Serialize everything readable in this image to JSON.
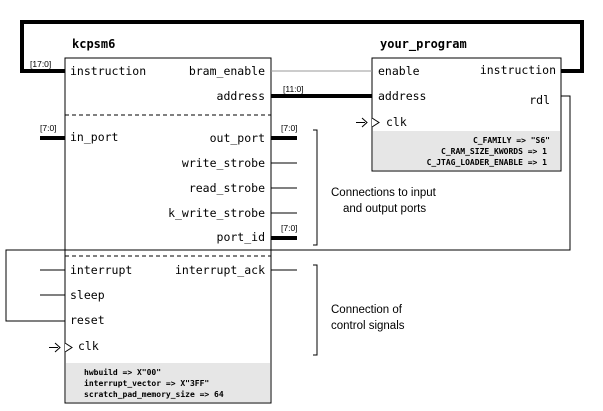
{
  "kcpsm6": {
    "title": "kcpsm6",
    "ports_left": {
      "instruction": "instruction",
      "in_port": "in_port",
      "interrupt": "interrupt",
      "sleep": "sleep",
      "reset": "reset",
      "clk": "clk"
    },
    "ports_right": {
      "bram_enable": "bram_enable",
      "address": "address",
      "out_port": "out_port",
      "write_strobe": "write_strobe",
      "read_strobe": "read_strobe",
      "k_write_strobe": "k_write_strobe",
      "port_id": "port_id",
      "interrupt_ack": "interrupt_ack"
    },
    "generics": [
      "hwbuild => X\"00\"",
      "interrupt_vector => X\"3FF\"",
      "scratch_pad_memory_size => 64"
    ]
  },
  "your_program": {
    "title": "your_program",
    "ports_left": {
      "enable": "enable",
      "address": "address",
      "clk": "clk"
    },
    "ports_right": {
      "instruction": "instruction",
      "rdl": "rdl"
    },
    "generics": [
      "C_FAMILY => \"S6\"",
      "C_RAM_SIZE_KWORDS => 1",
      "C_JTAG_LOADER_ENABLE => 1"
    ]
  },
  "bus_labels": {
    "instruction_bus": "[17:0]",
    "address_bus": "[11:0]",
    "in_port_bus": "[7:0]",
    "out_port_bus": "[7:0]",
    "port_id_bus": "[7:0]"
  },
  "annotations": {
    "io_ports_line1": "Connections to input",
    "io_ports_line2": "and output ports",
    "control_line1": "Connection of",
    "control_line2": "control signals"
  },
  "colors": {
    "wire": "#000000",
    "block_border": "#000000",
    "generic_panel": "#e6e6e6",
    "grey_wire": "#9a9a9a"
  }
}
